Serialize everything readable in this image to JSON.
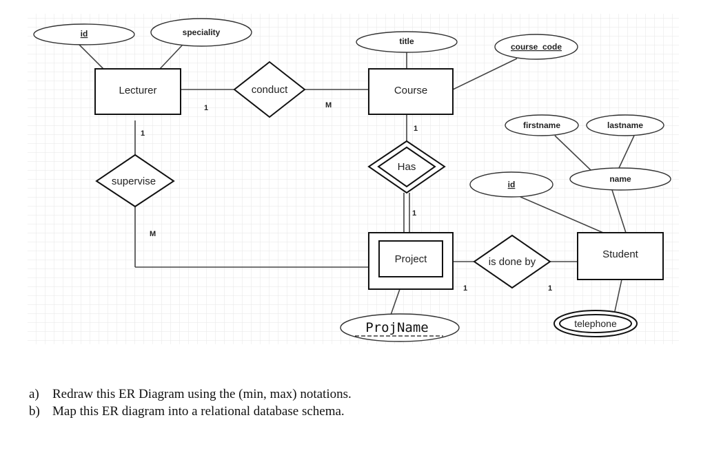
{
  "entities": {
    "lecturer": "Lecturer",
    "course": "Course",
    "project": "Project",
    "student": "Student"
  },
  "relationships": {
    "conduct": "conduct",
    "supervise": "supervise",
    "has": "Has",
    "is_done_by": "is done by"
  },
  "attributes": {
    "lecturer_id": "id",
    "speciality": "speciality",
    "title": "title",
    "course_code": "course_code",
    "firstname": "firstname",
    "lastname": "lastname",
    "name": "name",
    "student_id": "id",
    "telephone": "telephone",
    "projname": "ProjName"
  },
  "cardinalities": {
    "lecturer_conduct": "1",
    "conduct_course": "M",
    "lecturer_supervise": "1",
    "supervise_project": "M",
    "course_has": "1",
    "has_project": "1",
    "project_isdoneby": "1",
    "isdoneby_student": "1"
  },
  "questions": [
    {
      "label": "a)",
      "text": "Redraw this ER Diagram using the (min, max) notations."
    },
    {
      "label": "b)",
      "text": "Map this ER diagram into a relational database schema."
    }
  ]
}
